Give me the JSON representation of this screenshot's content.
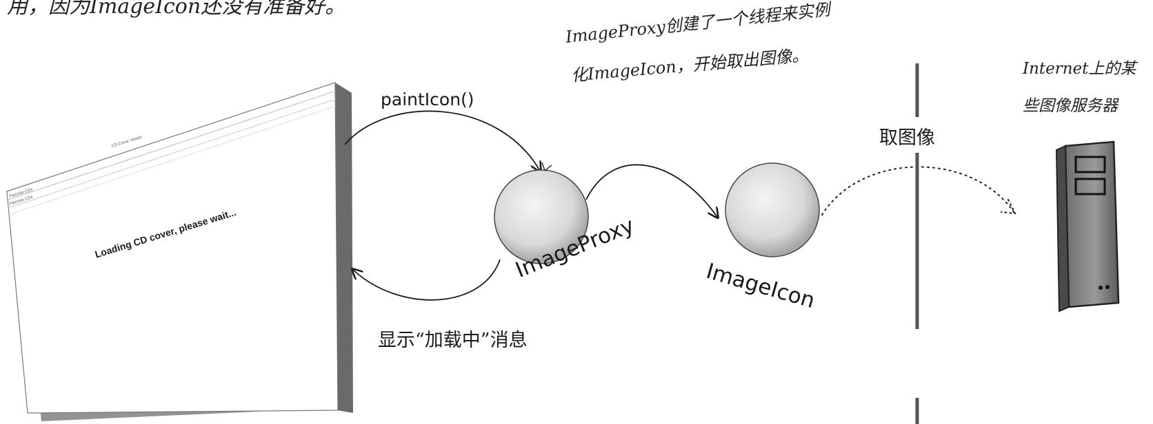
{
  "header": {
    "cutoff_text": "用，因为ImageIcon还没有准备好。"
  },
  "screen": {
    "window_title": "CD Cover Viewer",
    "menu": [
      "Favorite CDs",
      "Favorite CDs"
    ],
    "loading_message": "Loading CD cover, please wait..."
  },
  "labels": {
    "paint_icon": "paintIcon()",
    "image_proxy": "ImageProxy",
    "image_icon": "ImageIcon",
    "show_loading": "显示“加载中”消息",
    "fetch_image": "取图像"
  },
  "notes": {
    "thread_line1": "ImageProxy创建了一个线程来实例",
    "thread_line2": "化ImageIcon，开始取出图像。",
    "server_line1": "Internet上的某",
    "server_line2": "些图像服务器"
  },
  "icons": {
    "server": "server-icon",
    "proxy_node": "circle-node-icon",
    "icon_node": "circle-node-icon"
  },
  "colors": {
    "ink": "#1a1a1a",
    "node_fill": "#e6e6e6",
    "server_fill": "#8a8a8a"
  }
}
